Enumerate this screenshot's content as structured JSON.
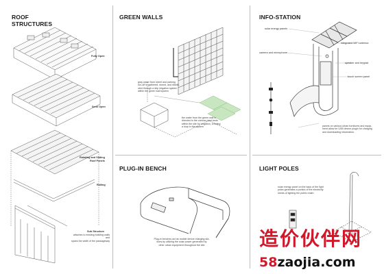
{
  "roof": {
    "title_line1": "ROOF",
    "title_line2": "STRUCTURES",
    "fully_open": "Fully Open",
    "semi_open": "Semi Open",
    "rotating_line1": "Rotating and Sliding",
    "rotating_line2": "Roof Panels",
    "railing": "Railing",
    "sub_structure_title": "Sub Structure",
    "sub_structure_desc1": "attaches to existing building walls and",
    "sub_structure_desc2": "spans the width of the passageway"
  },
  "green_walls": {
    "title": "GREEN WALLS",
    "note1_l1": "gray water from street and parking",
    "note1_l2": "run-off is gathered, stored, and distrib-",
    "note1_l3": "uted through a drip irrigation system",
    "note1_l4": "within the green wall system",
    "note2_l1": "the water from the green wall is",
    "note2_l2": "directed to the various plant beds",
    "note2_l3": "within the site for irrigation, creating",
    "note2_l4": "a loop in the system"
  },
  "bench": {
    "title": "PLUG-IN BENCH",
    "desc_l1": "Plug-in benches act as mobile device charging sta-",
    "desc_l2": "tions by utilizing the solar power generated by",
    "desc_l3": "other urban equipment throughout the site"
  },
  "info": {
    "title": "INFO-STATION",
    "solar": "solar energy panels",
    "wifi": "integrated WiFi antenna",
    "camera": "camera and microphone",
    "speaker": "speaker and keypad",
    "touch": "touch screen panel",
    "panels_l1": "panels on various urban furnitures and equip-",
    "panels_l2": "ment allow for USB device plugin for charging",
    "panels_l3": "and downloading information."
  },
  "poles": {
    "title": "LIGHT POLES",
    "desc_l1": "solar energy panel on the back of the light",
    "desc_l2": "poles generates a portion of the electricity",
    "desc_l3": "needs of lighting the public realm"
  },
  "watermark": {
    "line1": "造价伙伴网",
    "prefix": "58",
    "suffix": "zaojia.com"
  },
  "colors": {
    "green": "#c8e6c0",
    "watermark_red": "#d0182b"
  }
}
